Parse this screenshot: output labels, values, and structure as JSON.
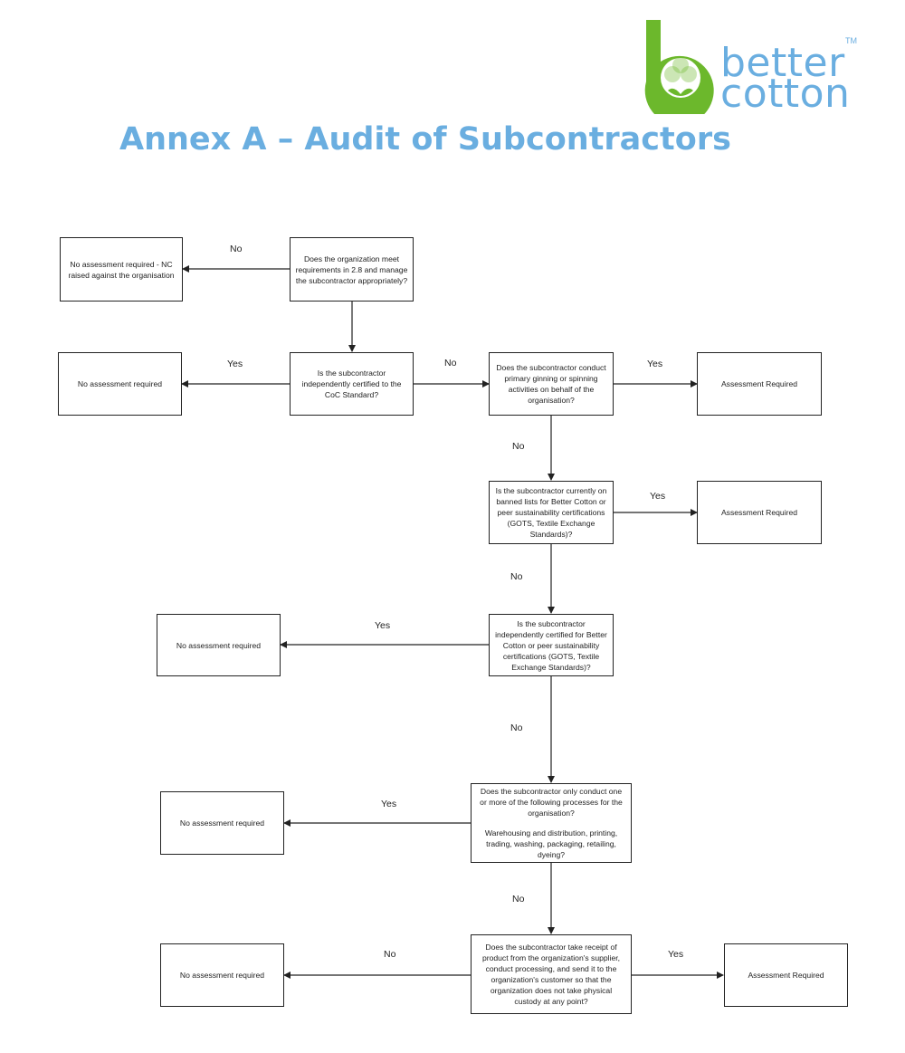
{
  "logo": {
    "line1": "better",
    "line2": "cotton",
    "trademark": "TM",
    "colors": {
      "green": "#6cb82c",
      "blue": "#6aaee0"
    }
  },
  "title": "Annex A – Audit of Subcontractors",
  "nodes": {
    "q1": "Does the organization meet requirements in 2.8 and manage the subcontractor appropriately?",
    "r1": "No assessment required - NC raised against the organisation",
    "q2": "Is the subcontractor independently certified to the CoC Standard?",
    "r2": "No assessment required",
    "q3": "Does the subcontractor conduct primary ginning or spinning activities on behalf of the organisation?",
    "r3": "Assessment Required",
    "q4": "Is the subcontractor currently on banned lists for Better Cotton or peer sustainability certifications (GOTS, Textile Exchange Standards)?",
    "r4": "Assessment Required",
    "q5": "Is the subcontractor independently certified for Better Cotton or peer sustainability certifications (GOTS, Textile Exchange Standards)?",
    "r5": "No assessment required",
    "q6_line1": "Does the subcontractor only conduct one or more of the following processes for the organisation?",
    "q6_line2": "Warehousing and distribution, printing, trading, washing, packaging, retailing, dyeing?",
    "r6": "No assessment required",
    "q7": "Does the subcontractor take receipt of product from the organization's supplier, conduct processing, and send it to the organization's customer so that the organization does not take physical custody at any point?",
    "r7": "No assessment required",
    "r8": "Assessment Required"
  },
  "edge_labels": {
    "q1_r1": "No",
    "q2_r2": "Yes",
    "q2_q3": "No",
    "q3_r3": "Yes",
    "q3_q4": "No",
    "q4_r4": "Yes",
    "q4_q5": "No",
    "q5_r5": "Yes",
    "q5_q6": "No",
    "q6_r6": "Yes",
    "q6_q7": "No",
    "q7_r7": "No",
    "q7_r8": "Yes"
  }
}
